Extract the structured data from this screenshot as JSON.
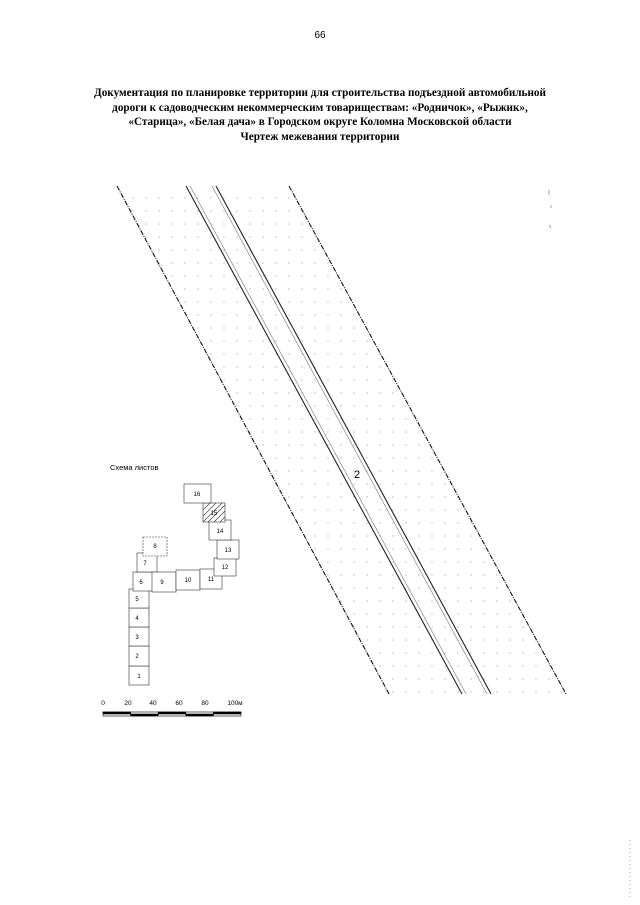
{
  "page_number": "66",
  "title_lines": [
    "Документация по планировке территории для строительства подъездной автомобильной",
    "дороги к садоводческим некоммерческим товариществам: «Родничок», «Рыжик»,",
    "«Старица», «Белая дача» в Городском округе Коломна Московской области",
    "Чертеж межевания территории"
  ],
  "road_label": "2",
  "scheme": {
    "title": "Схема листов",
    "sheets": [
      "1",
      "2",
      "3",
      "4",
      "5",
      "6",
      "7",
      "8",
      "9",
      "10",
      "11",
      "12",
      "13",
      "14",
      "15",
      "16"
    ],
    "highlighted_sheet": "15"
  },
  "scale_bar": {
    "labels": [
      "0",
      "20",
      "40",
      "60",
      "80",
      "100м"
    ]
  }
}
